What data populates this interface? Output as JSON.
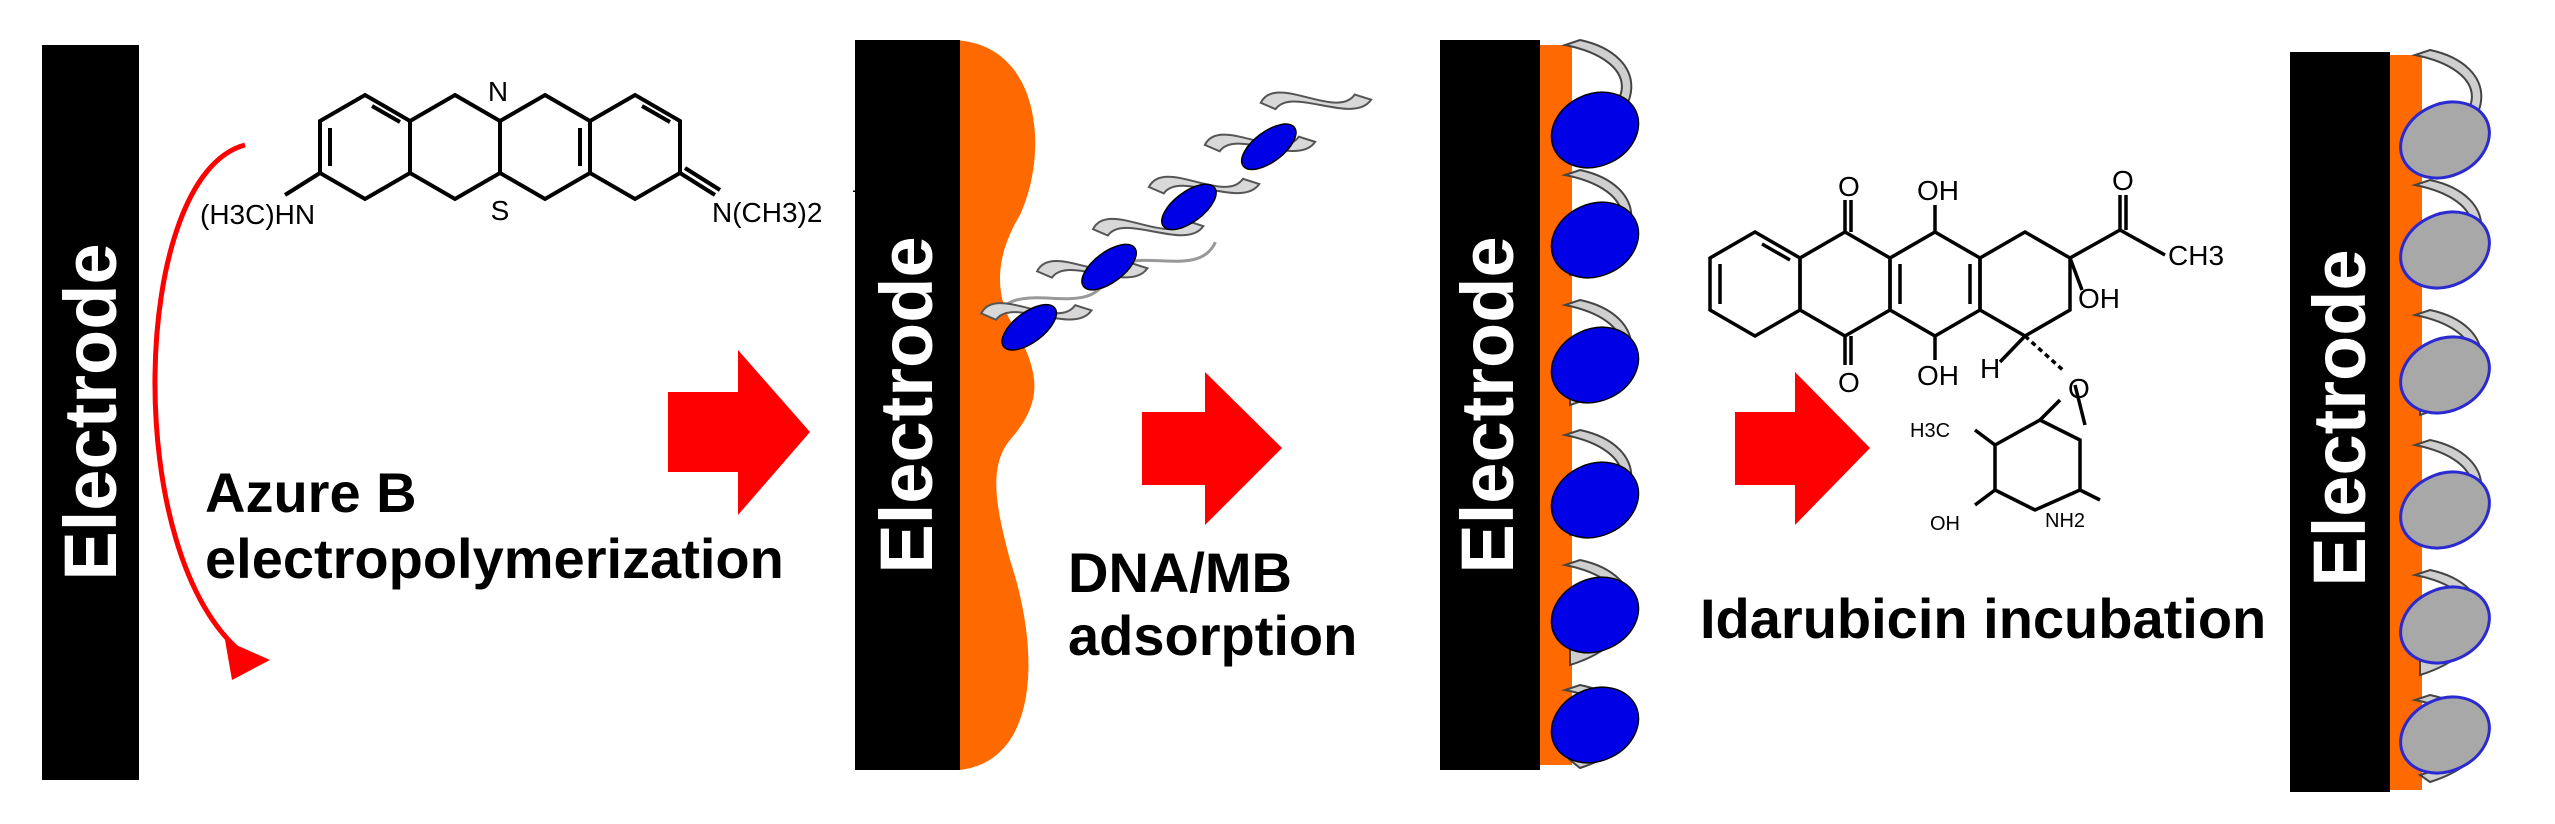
{
  "panels": [
    {
      "label": "Electrode"
    },
    {
      "label": "Electrode"
    },
    {
      "label": "Electrode"
    },
    {
      "label": "Electrode"
    }
  ],
  "steps": {
    "azure_line1": "Azure B",
    "azure_line2": "electropolymerization",
    "dna_line1": "DNA/MB",
    "dna_line2": "adsorption",
    "ida": "Idarubicin incubation"
  },
  "azure_b": {
    "n_top": "N",
    "s_ring": "S",
    "left_group": "(H3C)HN",
    "right_group": "N(CH3)2",
    "charge": "+"
  },
  "idarubicin": {
    "o1": "O",
    "o2": "O",
    "oh1": "OH",
    "oh2": "OH",
    "oh3": "OH",
    "oh4": "OH",
    "o3": "O",
    "o4": "O",
    "ch3": "CH3",
    "h": "H",
    "h3c": "H3C",
    "nh2": "NH2"
  },
  "colors": {
    "electrode": "#000000",
    "polymer": "#ff6a00",
    "arrow": "#ff0000",
    "mb": "#0000e6",
    "idarubicin_oval": "#a8a8a8",
    "oval_outline": "#2a2ad0",
    "helix": "#bdbdbd"
  }
}
